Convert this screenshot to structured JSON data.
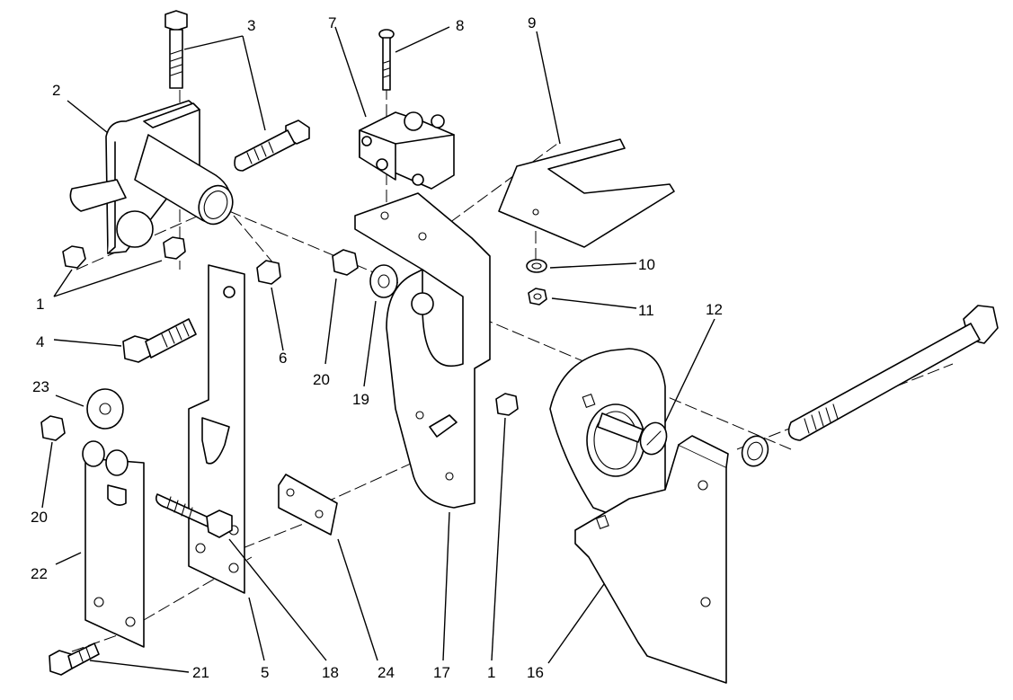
{
  "diagram": {
    "callouts": {
      "c1a": "1",
      "c2": "2",
      "c3": "3",
      "c4": "4",
      "c5": "5",
      "c6": "6",
      "c7": "7",
      "c8": "8",
      "c9": "9",
      "c10": "10",
      "c11": "11",
      "c12": "12",
      "c16": "16",
      "c17": "17",
      "c18": "18",
      "c19": "19",
      "c20a": "20",
      "c20b": "20",
      "c21": "21",
      "c22": "22",
      "c23": "23",
      "c24": "24",
      "c1b": "1"
    }
  }
}
